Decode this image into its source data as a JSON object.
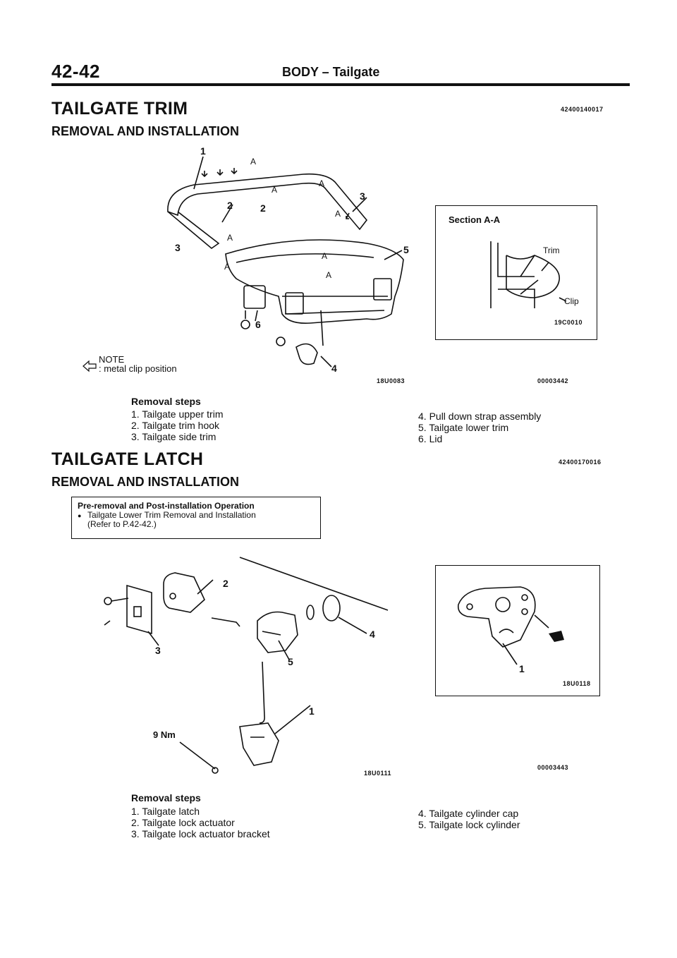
{
  "header": {
    "page_number": "42-42",
    "section_title": "BODY – Tailgate"
  },
  "tailgate_trim": {
    "title": "TAILGATE TRIM",
    "code": "42400140017",
    "subtitle": "REMOVAL AND INSTALLATION",
    "figure": {
      "callouts": [
        "1",
        "2",
        "2",
        "3",
        "3",
        "4",
        "5",
        "6"
      ],
      "section_marks": [
        "A",
        "A",
        "A",
        "A",
        "A",
        "A",
        "A",
        "A"
      ],
      "note_title": "NOTE",
      "note_text": ": metal clip position",
      "figure_code": "18U0083"
    },
    "section_box": {
      "title": "Section A-A",
      "trim_label": "Trim",
      "clip_label": "Clip",
      "box_code": "19C0010",
      "figure_code": "00003442"
    },
    "removal_steps": {
      "title": "Removal steps",
      "left": [
        "1. Tailgate upper trim",
        "2. Tailgate trim hook",
        "3. Tailgate side trim"
      ],
      "right": [
        "4. Pull down strap assembly",
        "5. Tailgate lower trim",
        "6. Lid"
      ]
    }
  },
  "tailgate_latch": {
    "title": "TAILGATE LATCH",
    "code": "42400170016",
    "subtitle": "REMOVAL AND INSTALLATION",
    "operation_box": {
      "title": "Pre-removal and Post-installation Operation",
      "item_line1": "Tailgate Lower Trim Removal and Installation",
      "item_line2": "(Refer to P.42-42.)"
    },
    "figure": {
      "callouts": [
        "1",
        "2",
        "3",
        "4",
        "5"
      ],
      "torque": "9 Nm",
      "figure_code": "18U0111"
    },
    "detail_box": {
      "callout": "1",
      "box_code": "18U0118",
      "figure_code": "00003443"
    },
    "removal_steps": {
      "title": "Removal steps",
      "left": [
        "1. Tailgate latch",
        "2. Tailgate lock actuator",
        "3. Tailgate lock actuator bracket"
      ],
      "right": [
        "4. Tailgate cylinder cap",
        "5. Tailgate lock cylinder"
      ]
    }
  }
}
